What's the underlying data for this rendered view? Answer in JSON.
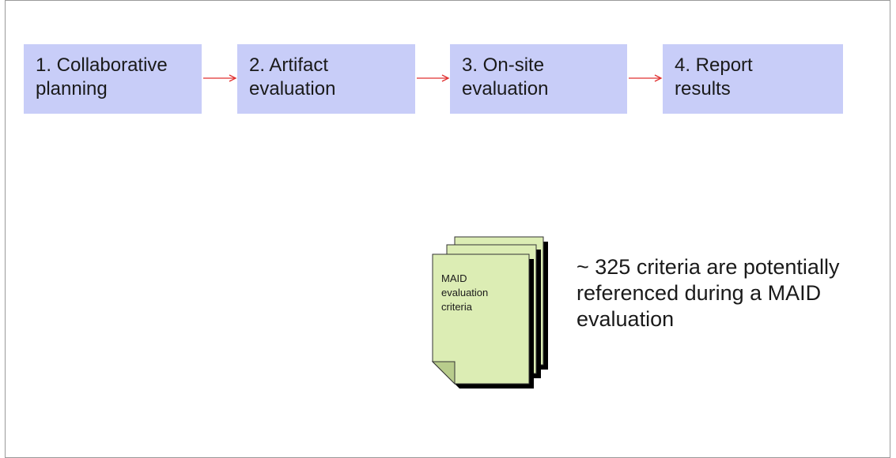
{
  "steps": [
    {
      "label": "1. Collaborative\nplanning"
    },
    {
      "label": "2. Artifact\nevaluation"
    },
    {
      "label": "3. On-site\nevaluation"
    },
    {
      "label": "4. Report\nresults"
    }
  ],
  "document": {
    "label": "MAID\nevaluation\ncriteria"
  },
  "caption": "~ 325 criteria are potentially\nreferenced during a MAID\nevaluation",
  "colors": {
    "step_fill": "#c8cdf8",
    "arrow": "#e03030",
    "doc_fill": "#dcedb4",
    "doc_shadow": "#000000"
  }
}
